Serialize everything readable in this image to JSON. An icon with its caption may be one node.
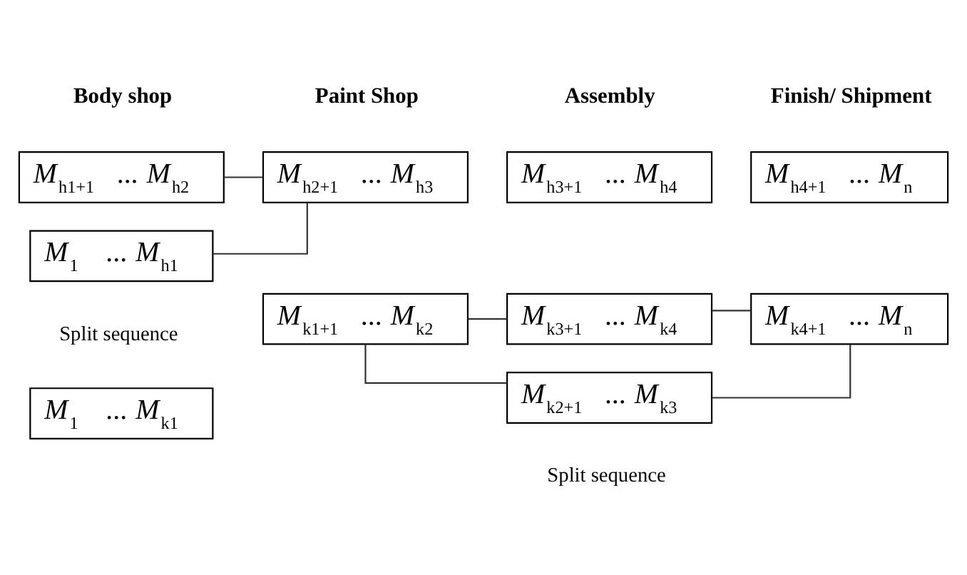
{
  "diagram": {
    "nodes": [
      {
        "text": [
          "*M*$_{1}$ ... *M*$_{h1}$"
        ]
      },
      {
        "text": [
          "*M*$_{h1+1}$ ... *M*$_{h2}$"
        ]
      },
      {
        "text": [
          "*M*$_{h2+1}$ ... *M*$_{h3}$"
        ]
      },
      {
        "text": [
          "*M*$_{h3+1}$ ... *M*$_{h4}$"
        ]
      },
      {
        "text": [
          "*M*$_{h4+1}$ ... *M*$_{n}$"
        ]
      },
      {
        "text": [
          "*M*$_{1}$ ... *M*$_{k1}$"
        ]
      },
      {
        "text": [
          "*M*$_{k1+1}$ ... *M*$_{k2}$"
        ]
      },
      {
        "text": [
          "*M*$_{k2+1}$ ... *M*$_{k3}$"
        ]
      },
      {
        "text": [
          "*M*$_{k3+1}$ ... *M*$_{k4}$"
        ]
      },
      {
        "text": [
          "*M*$_{k4+1}$ ... *M*$_{n}$"
        ]
      }
    ],
    "edges": [
      {
        "from": 0,
        "to": 2,
        "arrow": "none"
      },
      {
        "from": 1,
        "to": 2,
        "arrow": "none"
      },
      {
        "from": 6,
        "to": 7,
        "arrow": "none"
      },
      {
        "from": 6,
        "to": 8,
        "arrow": "none"
      },
      {
        "from": 7,
        "to": 9,
        "arrow": "none"
      },
      {
        "from": 8,
        "to": 9,
        "arrow": "none"
      }
    ],
    "labels": [
      "Body shop",
      "Paint Shop",
      "Assembly",
      "Finish/ Shipment",
      "Split sequence",
      "Split sequence"
    ]
  }
}
